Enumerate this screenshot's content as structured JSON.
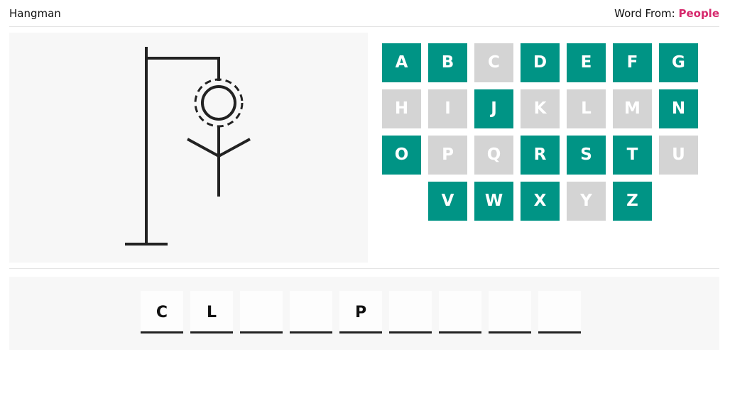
{
  "header": {
    "title": "Hangman",
    "word_from_label": "Word From: ",
    "category": "People"
  },
  "colors": {
    "available_key": "#009485",
    "used_key": "#d4d4d4",
    "category": "#d6286c"
  },
  "keyboard": {
    "keys": [
      {
        "letter": "A",
        "used": false
      },
      {
        "letter": "B",
        "used": false
      },
      {
        "letter": "C",
        "used": true
      },
      {
        "letter": "D",
        "used": false
      },
      {
        "letter": "E",
        "used": false
      },
      {
        "letter": "F",
        "used": false
      },
      {
        "letter": "G",
        "used": false
      },
      {
        "letter": "H",
        "used": true
      },
      {
        "letter": "I",
        "used": true
      },
      {
        "letter": "J",
        "used": false
      },
      {
        "letter": "K",
        "used": true
      },
      {
        "letter": "L",
        "used": true
      },
      {
        "letter": "M",
        "used": true
      },
      {
        "letter": "N",
        "used": false
      },
      {
        "letter": "O",
        "used": false
      },
      {
        "letter": "P",
        "used": true
      },
      {
        "letter": "Q",
        "used": true
      },
      {
        "letter": "R",
        "used": false
      },
      {
        "letter": "S",
        "used": false
      },
      {
        "letter": "T",
        "used": false
      },
      {
        "letter": "U",
        "used": true
      },
      {
        "letter": "V",
        "used": false
      },
      {
        "letter": "W",
        "used": false
      },
      {
        "letter": "X",
        "used": false
      },
      {
        "letter": "Y",
        "used": true
      },
      {
        "letter": "Z",
        "used": false
      }
    ]
  },
  "word": {
    "slots": [
      "C",
      "L",
      "",
      "",
      "P",
      "",
      "",
      "",
      ""
    ]
  }
}
